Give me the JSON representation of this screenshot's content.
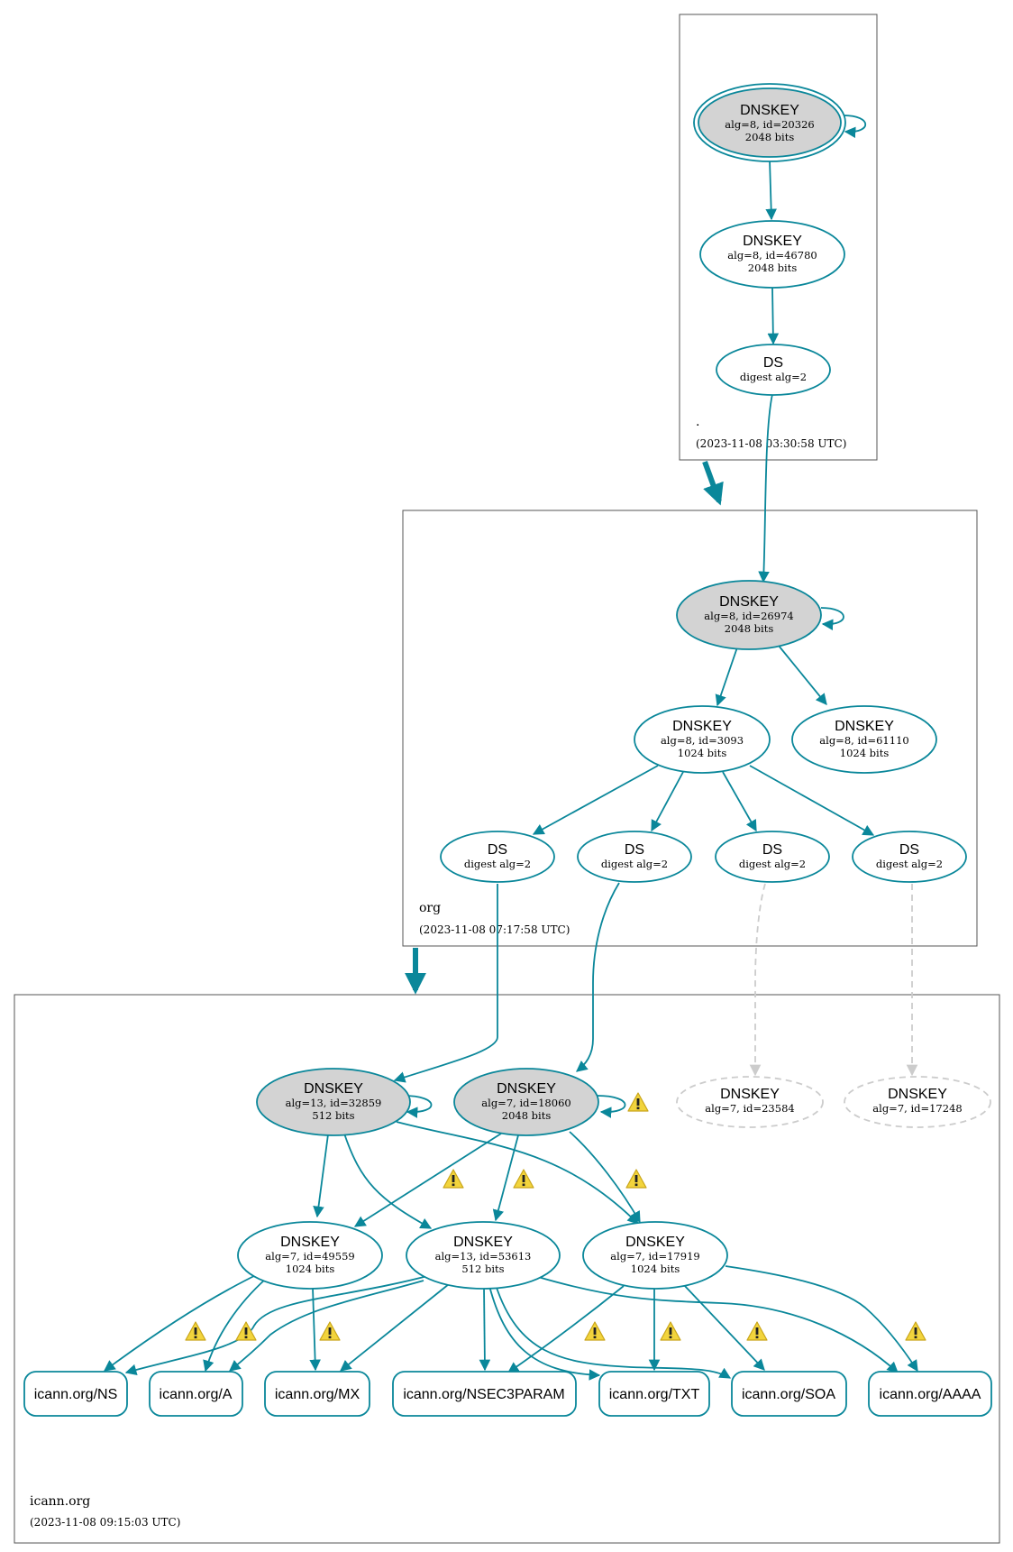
{
  "zones": {
    "root": {
      "name": ".",
      "time": "(2023-11-08 03:30:58 UTC)"
    },
    "org": {
      "name": "org",
      "time": "(2023-11-08 07:17:58 UTC)"
    },
    "icann": {
      "name": "icann.org",
      "time": "(2023-11-08 09:15:03 UTC)"
    }
  },
  "nodes": {
    "root_ksk": {
      "title": "DNSKEY",
      "line1": "alg=8, id=20326",
      "line2": "2048 bits"
    },
    "root_zsk": {
      "title": "DNSKEY",
      "line1": "alg=8, id=46780",
      "line2": "2048 bits"
    },
    "root_ds": {
      "title": "DS",
      "line1": "digest alg=2"
    },
    "org_ksk": {
      "title": "DNSKEY",
      "line1": "alg=8, id=26974",
      "line2": "2048 bits"
    },
    "org_zsk": {
      "title": "DNSKEY",
      "line1": "alg=8, id=3093",
      "line2": "1024 bits"
    },
    "org_zsk2": {
      "title": "DNSKEY",
      "line1": "alg=8, id=61110",
      "line2": "1024 bits"
    },
    "org_ds1": {
      "title": "DS",
      "line1": "digest alg=2"
    },
    "org_ds2": {
      "title": "DS",
      "line1": "digest alg=2"
    },
    "org_ds3": {
      "title": "DS",
      "line1": "digest alg=2"
    },
    "org_ds4": {
      "title": "DS",
      "line1": "digest alg=2"
    },
    "ic_ksk13": {
      "title": "DNSKEY",
      "line1": "alg=13, id=32859",
      "line2": "512 bits"
    },
    "ic_ksk7": {
      "title": "DNSKEY",
      "line1": "alg=7, id=18060",
      "line2": "2048 bits"
    },
    "ic_miss1": {
      "title": "DNSKEY",
      "line1": "alg=7, id=23584"
    },
    "ic_miss2": {
      "title": "DNSKEY",
      "line1": "alg=7, id=17248"
    },
    "ic_zsk49559": {
      "title": "DNSKEY",
      "line1": "alg=7, id=49559",
      "line2": "1024 bits"
    },
    "ic_zsk53613": {
      "title": "DNSKEY",
      "line1": "alg=13, id=53613",
      "line2": "512 bits"
    },
    "ic_zsk17919": {
      "title": "DNSKEY",
      "line1": "alg=7, id=17919",
      "line2": "1024 bits"
    }
  },
  "rrsets": {
    "ns": "icann.org/NS",
    "a": "icann.org/A",
    "mx": "icann.org/MX",
    "nsec3param": "icann.org/NSEC3PARAM",
    "txt": "icann.org/TXT",
    "soa": "icann.org/SOA",
    "aaaa": "icann.org/AAAA"
  },
  "colors": {
    "edge": "#0a879a",
    "ksk_fill": "#d3d3d3",
    "missing": "#cccccc",
    "zone_border": "#555555",
    "warning_fill": "#f2d43c"
  }
}
